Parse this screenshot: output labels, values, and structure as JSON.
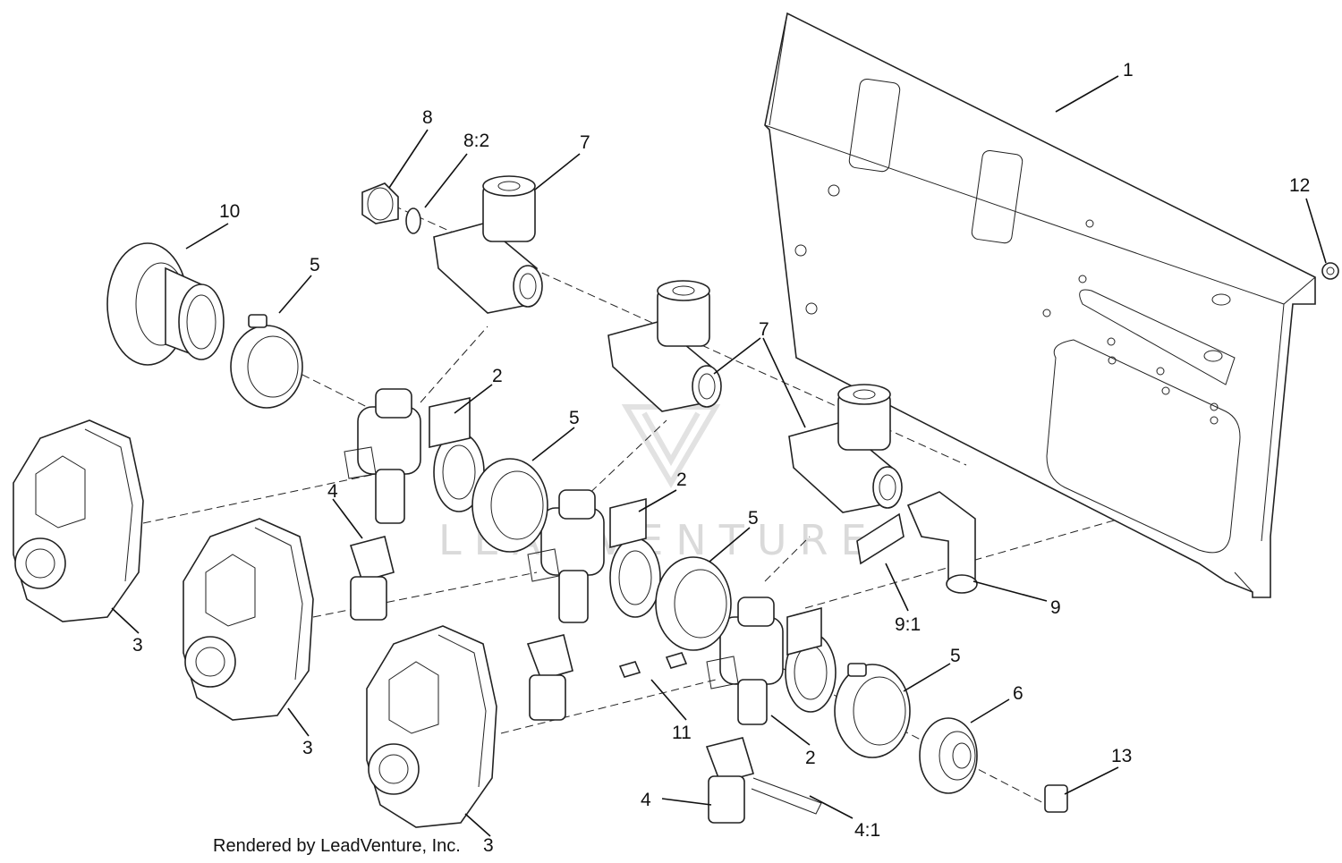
{
  "watermark": {
    "text": "LEADVENTURE"
  },
  "credit": {
    "text": "Rendered by LeadVenture, Inc."
  },
  "callouts": [
    {
      "id": "c1",
      "text": "1"
    },
    {
      "id": "c8",
      "text": "8"
    },
    {
      "id": "c8_2",
      "text": "8:2"
    },
    {
      "id": "c7a",
      "text": "7"
    },
    {
      "id": "c12",
      "text": "12"
    },
    {
      "id": "c10",
      "text": "10"
    },
    {
      "id": "c5a",
      "text": "5"
    },
    {
      "id": "c7b",
      "text": "7"
    },
    {
      "id": "c2a",
      "text": "2"
    },
    {
      "id": "c5b",
      "text": "5"
    },
    {
      "id": "c2b",
      "text": "2"
    },
    {
      "id": "c4a",
      "text": "4"
    },
    {
      "id": "c5c",
      "text": "5"
    },
    {
      "id": "c9",
      "text": "9"
    },
    {
      "id": "c9_1",
      "text": "9:1"
    },
    {
      "id": "c3a",
      "text": "3"
    },
    {
      "id": "c5d",
      "text": "5"
    },
    {
      "id": "c6",
      "text": "6"
    },
    {
      "id": "c3b",
      "text": "3"
    },
    {
      "id": "c11",
      "text": "11"
    },
    {
      "id": "c2c",
      "text": "2"
    },
    {
      "id": "c13",
      "text": "13"
    },
    {
      "id": "c4b",
      "text": "4"
    },
    {
      "id": "c4_1",
      "text": "4:1"
    },
    {
      "id": "c3c",
      "text": "3"
    }
  ]
}
